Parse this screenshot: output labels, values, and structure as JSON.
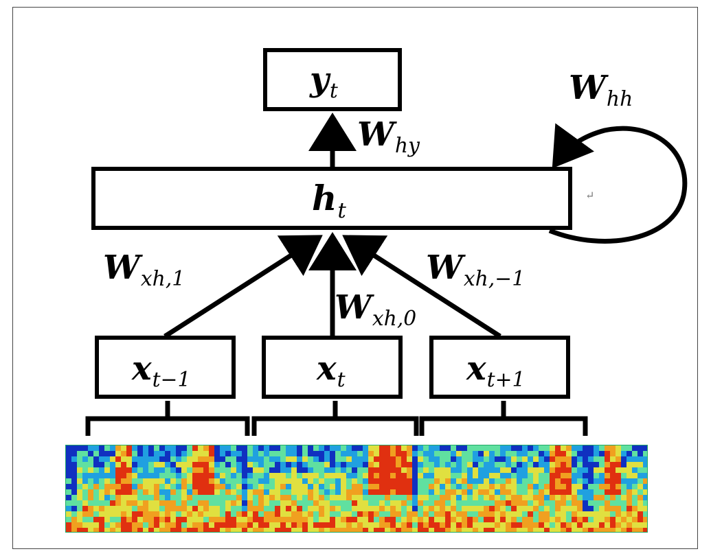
{
  "diagram": {
    "output_node": {
      "var": "y",
      "sub": "t"
    },
    "hidden_node": {
      "var": "h",
      "sub": "t"
    },
    "input_nodes": [
      {
        "var": "x",
        "sub": "t−1"
      },
      {
        "var": "x",
        "sub": "t"
      },
      {
        "var": "x",
        "sub": "t+1"
      }
    ],
    "weights": {
      "hy": {
        "var": "W",
        "sub": "hy"
      },
      "hh": {
        "var": "W",
        "sub": "hh"
      },
      "xh1": {
        "var": "W",
        "sub": "xh,1"
      },
      "xh0": {
        "var": "W",
        "sub": "xh,0"
      },
      "xhm1": {
        "var": "W",
        "sub": "xh,−1"
      }
    },
    "return_mark": "↵"
  },
  "spectrogram": {
    "colormap": [
      "#1030c0",
      "#20a0e0",
      "#60e0a0",
      "#e0e040",
      "#f0a020",
      "#e03010"
    ]
  }
}
